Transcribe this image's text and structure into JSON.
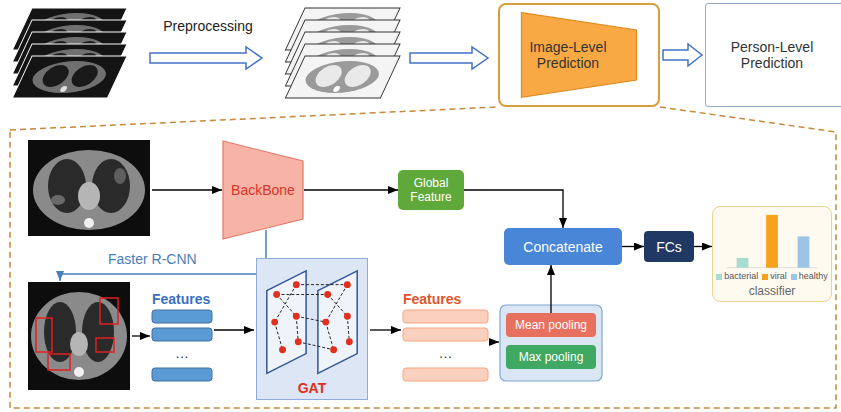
{
  "diagram": {
    "nodes": [
      {
        "text": [
          "Image-Level Prediction"
        ]
      },
      {
        "text": [
          "Person-Level Prediction"
        ]
      },
      {
        "text": [
          "BackBone"
        ]
      },
      {
        "text": [
          "Global Feature"
        ]
      },
      {
        "text": [
          "Concatenate"
        ]
      },
      {
        "text": [
          "FCs"
        ]
      },
      {
        "text": [
          "classifier"
        ]
      },
      {
        "text": [
          "GAT"
        ]
      },
      {
        "text": [
          "Mean pooling"
        ]
      },
      {
        "text": [
          "Max pooling"
        ]
      }
    ],
    "edges": [
      {
        "from": 0,
        "to": 1,
        "arrow": "to"
      },
      {
        "from": 2,
        "to": 3,
        "arrow": "to"
      },
      {
        "from": 3,
        "to": 4,
        "arrow": "to"
      },
      {
        "from": 4,
        "to": 5,
        "arrow": "to"
      },
      {
        "from": 5,
        "to": 6,
        "arrow": "to"
      },
      {
        "from": 8,
        "to": 4,
        "arrow": "to"
      }
    ],
    "labels": [
      "Preprocessing",
      "Faster R-CNN",
      "Features",
      "…",
      "Features",
      "…"
    ],
    "legend": [
      {
        "text": "bacterial",
        "color": "#a8dcd1"
      },
      {
        "text": "viral",
        "color": "#f5a31e"
      },
      {
        "text": "healthy",
        "color": "#9dc3e6"
      }
    ]
  }
}
